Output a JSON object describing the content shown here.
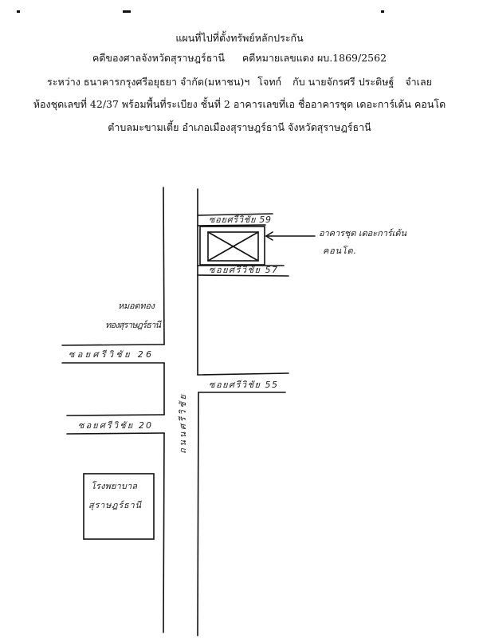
{
  "header": {
    "title": "แผนที่ไปที่ตั้งทรัพย์หลักประกัน",
    "court": "คดีของศาลจังหวัดสุราษฎร์ธานี",
    "case_no": "คดีหมายเลขแดง ผบ.1869/2562",
    "parties_intro": "ระหว่าง",
    "plaintiff": "ธนาคารกรุงศรีอยุธยา จำกัด(มหาชน)ฯ",
    "plaintiff_role": "โจทก์",
    "between": "กับ",
    "defendant": "นายจักรศรี ประดิษฐ์",
    "defendant_role": "จำเลย",
    "property_line": "ห้องชุดเลขที่ 42/37 พร้อมพื้นที่ระเบียง ชั้นที่ 2 อาคารเลขที่เอ ชื่ออาคารชุด เดอะการ์เด้น คอนโด",
    "location_line": "ตำบลมะขามเตี้ย อำเภอเมืองสุราษฎร์ธานี จังหวัดสุราษฎร์ธานี"
  },
  "map": {
    "soi_59": "ซอยศรีวิชัย 59",
    "soi_57": "ซอยศรีวิชัย 57",
    "soi_26": "ซอยศรีวิชัย 26",
    "soi_55": "ซอยศรีวิชัย 55",
    "soi_20": "ซอยศรีวิชัย 20",
    "main_road": "ถนนศรีวิชัย",
    "target_label_1": "อาคารชุด เดอะการ์เด้น",
    "target_label_2": "คอนโด.",
    "tomb_label_1": "หมอดทอง",
    "tomb_label_2": "ทองสุราษฎร์ธานี",
    "hospital_label_1": "โรงพยาบาล",
    "hospital_label_2": "สุราษฎร์ธานี"
  }
}
